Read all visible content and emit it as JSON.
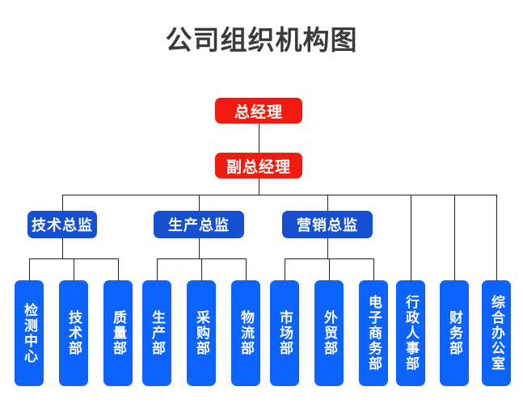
{
  "title": "公司组织机构图",
  "theme": {
    "background": "#ffffff",
    "title_color": "#3a3a3a",
    "executive_color": "#f21b10",
    "director_color": "#1450cf",
    "department_color": "#0c63fd",
    "line_color": "#1f1f1f",
    "node_text_color": "#ffffff"
  },
  "chart_data": {
    "type": "org-chart",
    "title": "公司组织机构图",
    "levels": 4,
    "nodes": [
      {
        "id": "gm",
        "label": "总经理",
        "level": 1,
        "parent": null,
        "style": "executive"
      },
      {
        "id": "vgm",
        "label": "副总经理",
        "level": 2,
        "parent": "gm",
        "style": "executive"
      },
      {
        "id": "tech_dir",
        "label": "技术总监",
        "level": 3,
        "parent": "vgm",
        "style": "director"
      },
      {
        "id": "prod_dir",
        "label": "生产总监",
        "level": 3,
        "parent": "vgm",
        "style": "director"
      },
      {
        "id": "sales_dir",
        "label": "营销总监",
        "level": 3,
        "parent": "vgm",
        "style": "director"
      },
      {
        "id": "d01",
        "label": "检测中心",
        "level": 4,
        "parent": "tech_dir",
        "style": "department"
      },
      {
        "id": "d02",
        "label": "技术部",
        "level": 4,
        "parent": "tech_dir",
        "style": "department"
      },
      {
        "id": "d03",
        "label": "质量部",
        "level": 4,
        "parent": "tech_dir",
        "style": "department"
      },
      {
        "id": "d04",
        "label": "生产部",
        "level": 4,
        "parent": "prod_dir",
        "style": "department"
      },
      {
        "id": "d05",
        "label": "采购部",
        "level": 4,
        "parent": "prod_dir",
        "style": "department"
      },
      {
        "id": "d06",
        "label": "物流部",
        "level": 4,
        "parent": "prod_dir",
        "style": "department"
      },
      {
        "id": "d07",
        "label": "市场部",
        "level": 4,
        "parent": "sales_dir",
        "style": "department"
      },
      {
        "id": "d08",
        "label": "外贸部",
        "level": 4,
        "parent": "sales_dir",
        "style": "department"
      },
      {
        "id": "d09",
        "label": "电子商务部",
        "level": 4,
        "parent": "sales_dir",
        "style": "department"
      },
      {
        "id": "d10",
        "label": "行政人事部",
        "level": 4,
        "parent": "vgm",
        "style": "department"
      },
      {
        "id": "d11",
        "label": "财务部",
        "level": 4,
        "parent": "vgm",
        "style": "department"
      },
      {
        "id": "d12",
        "label": "综合办公室",
        "level": 4,
        "parent": "vgm",
        "style": "department"
      }
    ]
  },
  "executives": {
    "general_manager": "总经理",
    "vice_general_manager": "副总经理"
  },
  "directors": [
    {
      "label": "技术总监"
    },
    {
      "label": "生产总监"
    },
    {
      "label": "营销总监"
    }
  ],
  "departments": [
    {
      "label": "检测中心"
    },
    {
      "label": "技术部"
    },
    {
      "label": "质量部"
    },
    {
      "label": "生产部"
    },
    {
      "label": "采购部"
    },
    {
      "label": "物流部"
    },
    {
      "label": "市场部"
    },
    {
      "label": "外贸部"
    },
    {
      "label": "电子商务部"
    },
    {
      "label": "行政人事部"
    },
    {
      "label": "财务部"
    },
    {
      "label": "综合办公室"
    }
  ]
}
